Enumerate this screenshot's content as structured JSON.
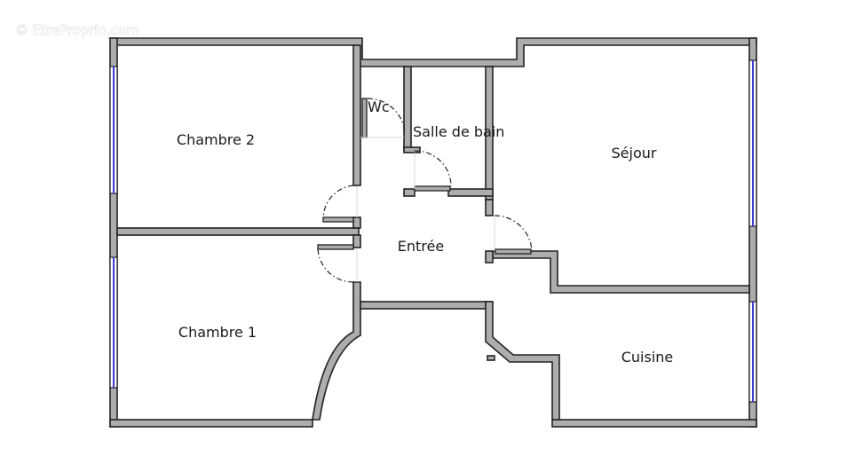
{
  "watermark": "© EtreProprio.com",
  "rooms": {
    "chambre2": "Chambre 2",
    "chambre1": "Chambre 1",
    "wc": "Wc",
    "salle_de_bain": "Salle de bain",
    "entree": "Entrée",
    "sejour": "Séjour",
    "cuisine": "Cuisine"
  },
  "colors": {
    "wall_fill": "#adadad",
    "wall_stroke": "#222222",
    "window": "#3a3ad0",
    "background": "#ffffff"
  }
}
